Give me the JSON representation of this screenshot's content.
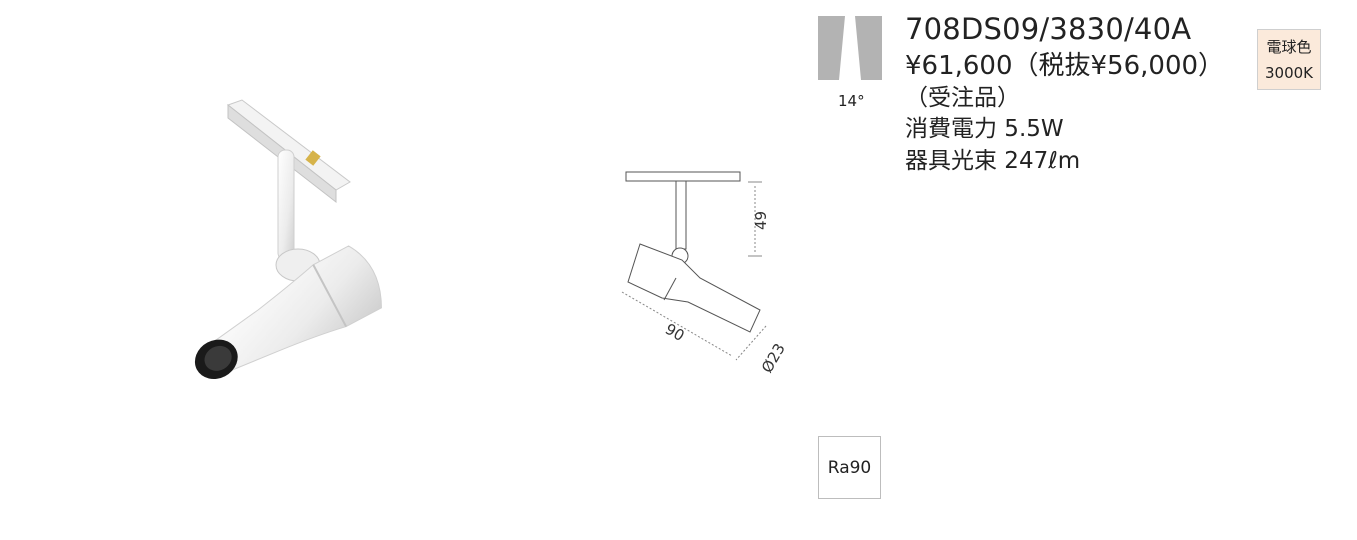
{
  "product": {
    "model": "708DS09/3830/40A",
    "price": "¥61,600（税抜¥56,000）",
    "order_note": "（受注品）",
    "power": "消費電力 5.5W",
    "flux": "器具光束 247ℓm"
  },
  "beam": {
    "angle_label": "14°"
  },
  "color_badge": {
    "line1": "電球色",
    "line2": "3000K"
  },
  "ra_badge": {
    "label": "Ra90"
  },
  "dimensions": {
    "height": "49",
    "length": "90",
    "diameter": "Ø23"
  },
  "colors": {
    "badge_bg": "#fbeadb",
    "beam_gray": "#b3b3b3",
    "fixture_white": "#f2f2f2"
  }
}
